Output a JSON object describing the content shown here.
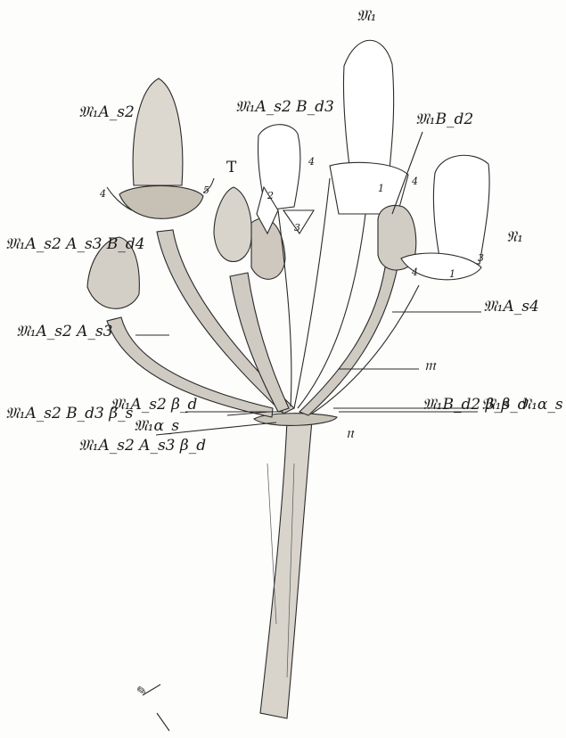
{
  "labels": {
    "m1": "𝔐₁",
    "m1_as2": "𝔐₁A_s2",
    "m1_as2_bd3": "𝔐₁A_s2 B_d3",
    "m1_bd2": "𝔐₁B_d2",
    "t": "T",
    "n1": "𝔑₁",
    "m1_as2_as3_bd4": "𝔐₁A_s2 A_s3 B_d4",
    "m1_as4": "𝔐₁A_s4",
    "m1_as2_as3": "𝔐₁A_s2 A_s3",
    "m": "𝔪",
    "m1_as2_bd3_bs": "𝔐₁A_s2 B_d3 β_s",
    "m1_as2_bd": "𝔐₁A_s2 β_d",
    "m1_bd2_bs": "𝔐₁B_d2 β_s",
    "m1_bd": "𝔐₁β_d",
    "n1_as": "𝔑₁α_s",
    "m1_as": "𝔐₁α_s",
    "m1_as2_as3_bd": "𝔐₁A_s2 A_s3 β_d",
    "n": "𝔫"
  },
  "petal_numbers": [
    "1",
    "2",
    "3",
    "4",
    "5"
  ],
  "signature": "signature"
}
